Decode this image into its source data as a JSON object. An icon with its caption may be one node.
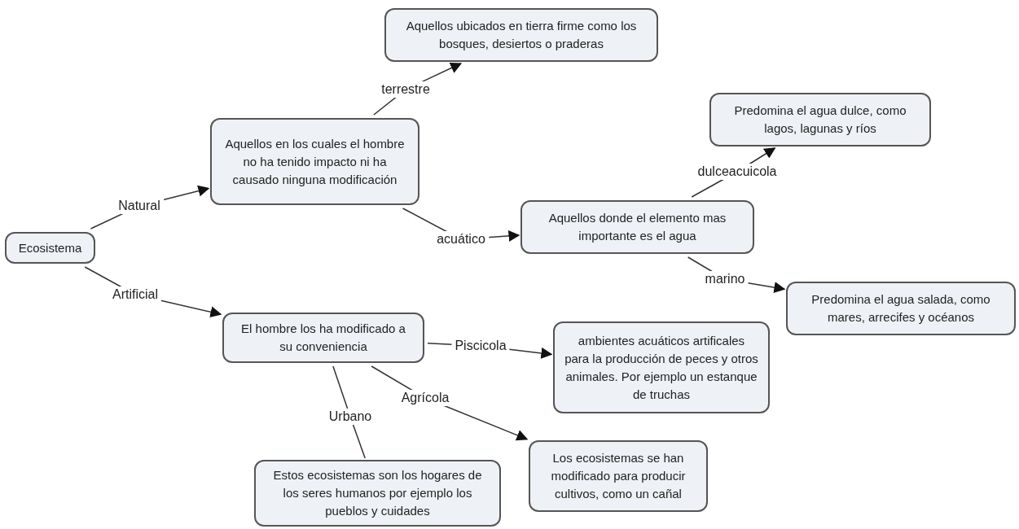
{
  "diagram": {
    "nodes": [
      {
        "text": [
          "Ecosistema"
        ]
      },
      {
        "text": [
          "Aquellos en los cuales el hombre no ha tenido impacto ni ha causado ninguna modificación"
        ]
      },
      {
        "text": [
          "Aquellos ubicados en tierra firme como los bosques, desiertos o praderas"
        ]
      },
      {
        "text": [
          "Aquellos donde el elemento mas importante es el agua"
        ]
      },
      {
        "text": [
          "Predomina el agua dulce, como lagos, lagunas y ríos"
        ]
      },
      {
        "text": [
          "Predomina el agua salada, como mares, arrecifes y océanos"
        ]
      },
      {
        "text": [
          "El hombre los ha modificado a su conveniencia"
        ]
      },
      {
        "text": [
          "ambientes acuáticos artificales para la producción de peces y otros animales. Por ejemplo un estanque de truchas"
        ]
      },
      {
        "text": [
          "Los ecosistemas se han modificado para producir cultivos, como un cañal"
        ]
      },
      {
        "text": [
          "Estos ecosistemas son los hogares de los seres humanos por ejemplo los pueblos y cuidades"
        ]
      }
    ],
    "edges": [
      {
        "from": 0,
        "to": 1,
        "arrow": "to",
        "label": "Natural"
      },
      {
        "from": 1,
        "to": 2,
        "arrow": "to",
        "label": "terrestre"
      },
      {
        "from": 1,
        "to": 3,
        "arrow": "to",
        "label": "acuático"
      },
      {
        "from": 3,
        "to": 4,
        "arrow": "to",
        "label": "dulceacuicola"
      },
      {
        "from": 3,
        "to": 5,
        "arrow": "to",
        "label": "marino"
      },
      {
        "from": 0,
        "to": 6,
        "arrow": "to",
        "label": "Artificial"
      },
      {
        "from": 6,
        "to": 7,
        "arrow": "to",
        "label": "Piscicola"
      },
      {
        "from": 6,
        "to": 8,
        "arrow": "to",
        "label": "Agrícola"
      },
      {
        "from": 6,
        "to": 9,
        "arrow": "none",
        "label": "Urbano"
      }
    ]
  }
}
